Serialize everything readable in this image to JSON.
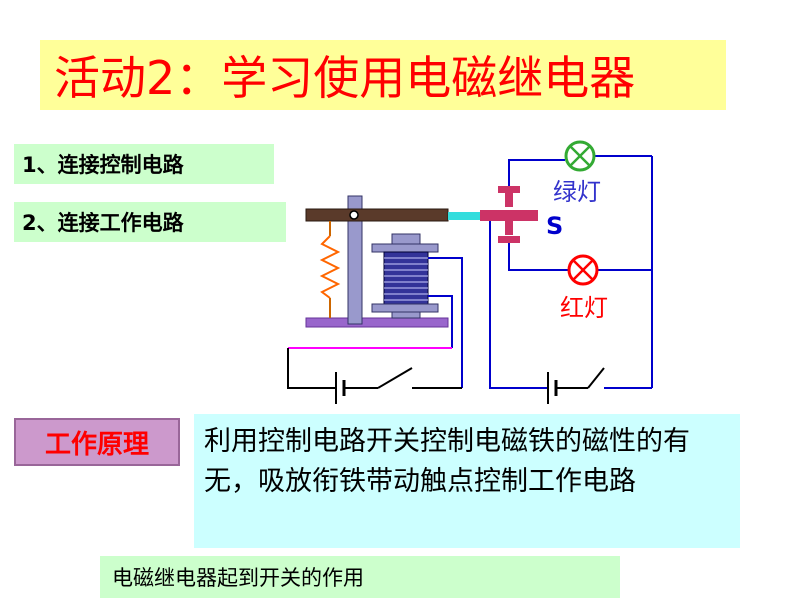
{
  "title": "活动2：学习使用电磁继电器",
  "steps": [
    {
      "label": "1、连接控制电路"
    },
    {
      "label": "2、连接工作电路"
    }
  ],
  "diagram": {
    "green_lamp_label": "绿灯",
    "red_lamp_label": "红灯",
    "switch_label": "S"
  },
  "principle": {
    "label": "工作原理",
    "text": "利用控制电路开关控制电磁铁的磁性的有无，吸放衔铁带动触点控制工作电路"
  },
  "summary": "电磁继电器起到开关的作用",
  "colors": {
    "title_bg": "#ffff99",
    "title_text": "#ff0000",
    "step_bg": "#ccffcc",
    "principle_label_bg": "#cc99cc",
    "principle_text_bg": "#ccffff",
    "wire": "#0000cc",
    "lamp_label_green": "#3333cc",
    "lamp_label_red": "#ff0000"
  }
}
